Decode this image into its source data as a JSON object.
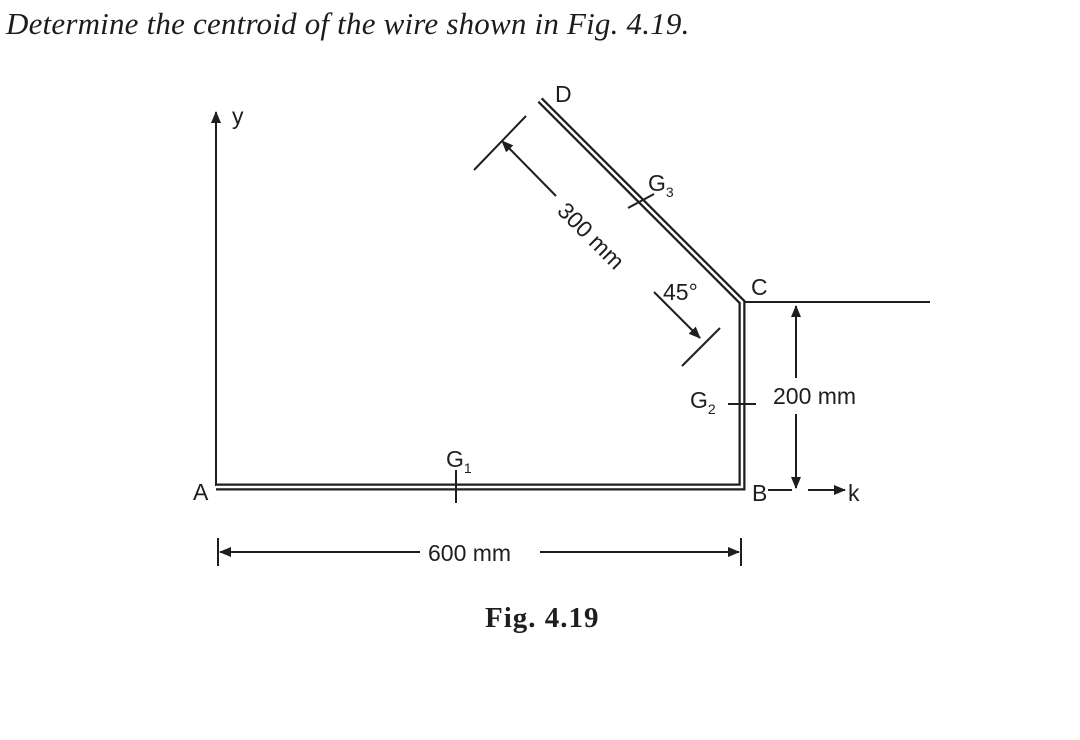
{
  "problem": {
    "text": "Determine the centroid of the wire shown in Fig. 4.19."
  },
  "figure": {
    "caption": "Fig. 4.19",
    "points": {
      "a": "A",
      "b": "B",
      "c": "C",
      "d": "D"
    },
    "axes": {
      "y": "y",
      "x": "k"
    },
    "centroids": {
      "g1": {
        "base": "G",
        "sub": "1"
      },
      "g2": {
        "base": "G",
        "sub": "2"
      },
      "g3": {
        "base": "G",
        "sub": "3"
      }
    },
    "dimensions": {
      "ab": "600 mm",
      "bc": "200 mm",
      "cd": "300 mm",
      "angle": "45°"
    },
    "colors": {
      "ink": "#1e1e1e",
      "wire": "#7a7a7a"
    }
  }
}
